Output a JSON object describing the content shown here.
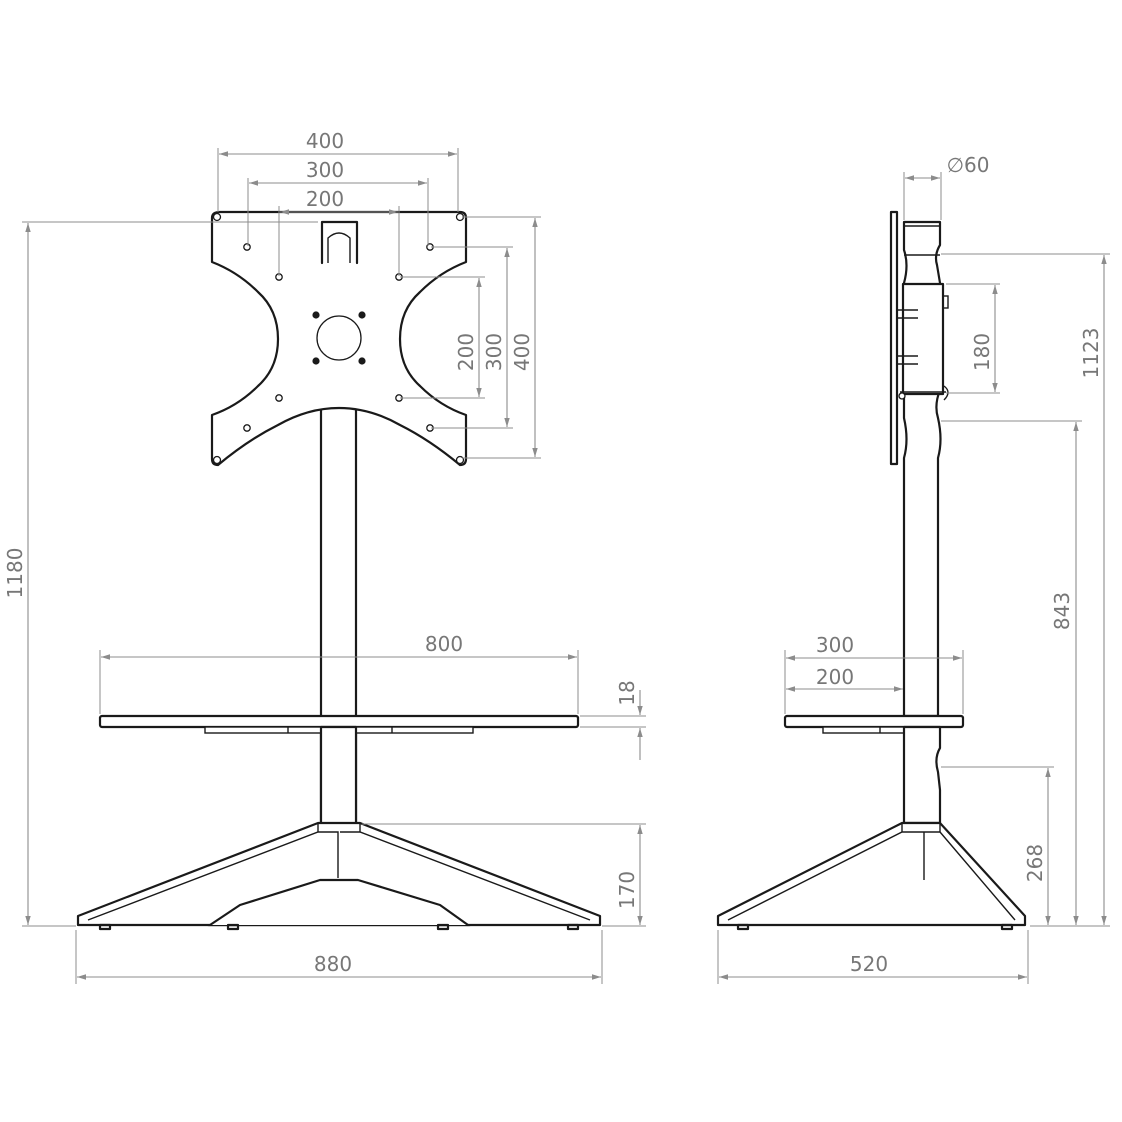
{
  "front_view": {
    "vesa_width_400": "400",
    "vesa_width_300": "300",
    "vesa_width_200": "200",
    "vesa_height_200": "200",
    "vesa_height_300": "300",
    "vesa_height_400": "400",
    "total_height": "1180",
    "shelf_width": "800",
    "shelf_thickness": "18",
    "base_height": "170",
    "base_width": "880"
  },
  "side_view": {
    "pole_diameter": "∅60",
    "bracket_height": "180",
    "max_height": "1123",
    "min_height": "843",
    "shelf_depth_300": "300",
    "shelf_depth_200": "200",
    "shelf_height": "268",
    "base_depth": "520"
  },
  "colors": {
    "object": "#1a1a1a",
    "dimension": "#8c8c8c",
    "text": "#777777"
  }
}
